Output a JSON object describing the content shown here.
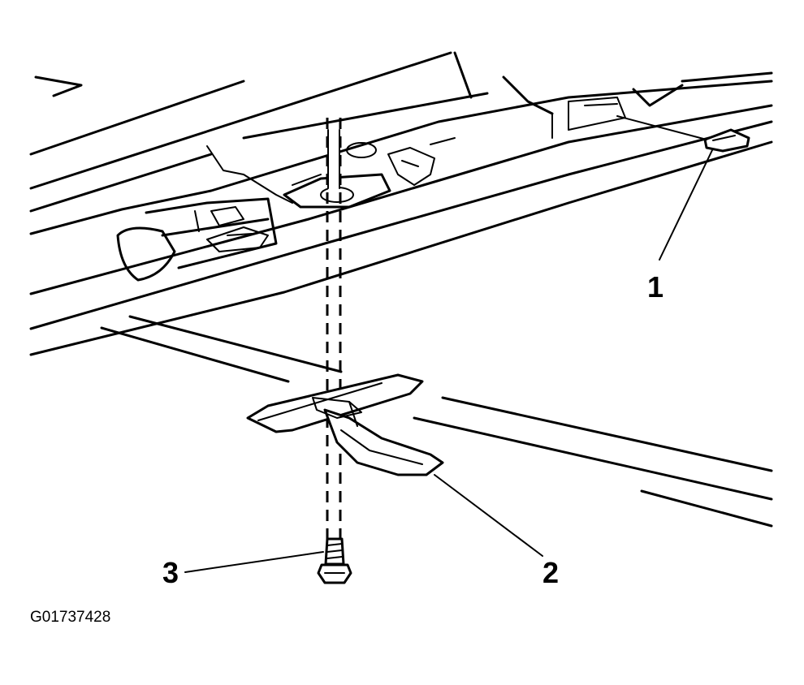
{
  "diagram": {
    "callouts": [
      {
        "id": "1",
        "label": "1"
      },
      {
        "id": "2",
        "label": "2"
      },
      {
        "id": "3",
        "label": "3"
      }
    ],
    "figure_id": "G01737428"
  }
}
